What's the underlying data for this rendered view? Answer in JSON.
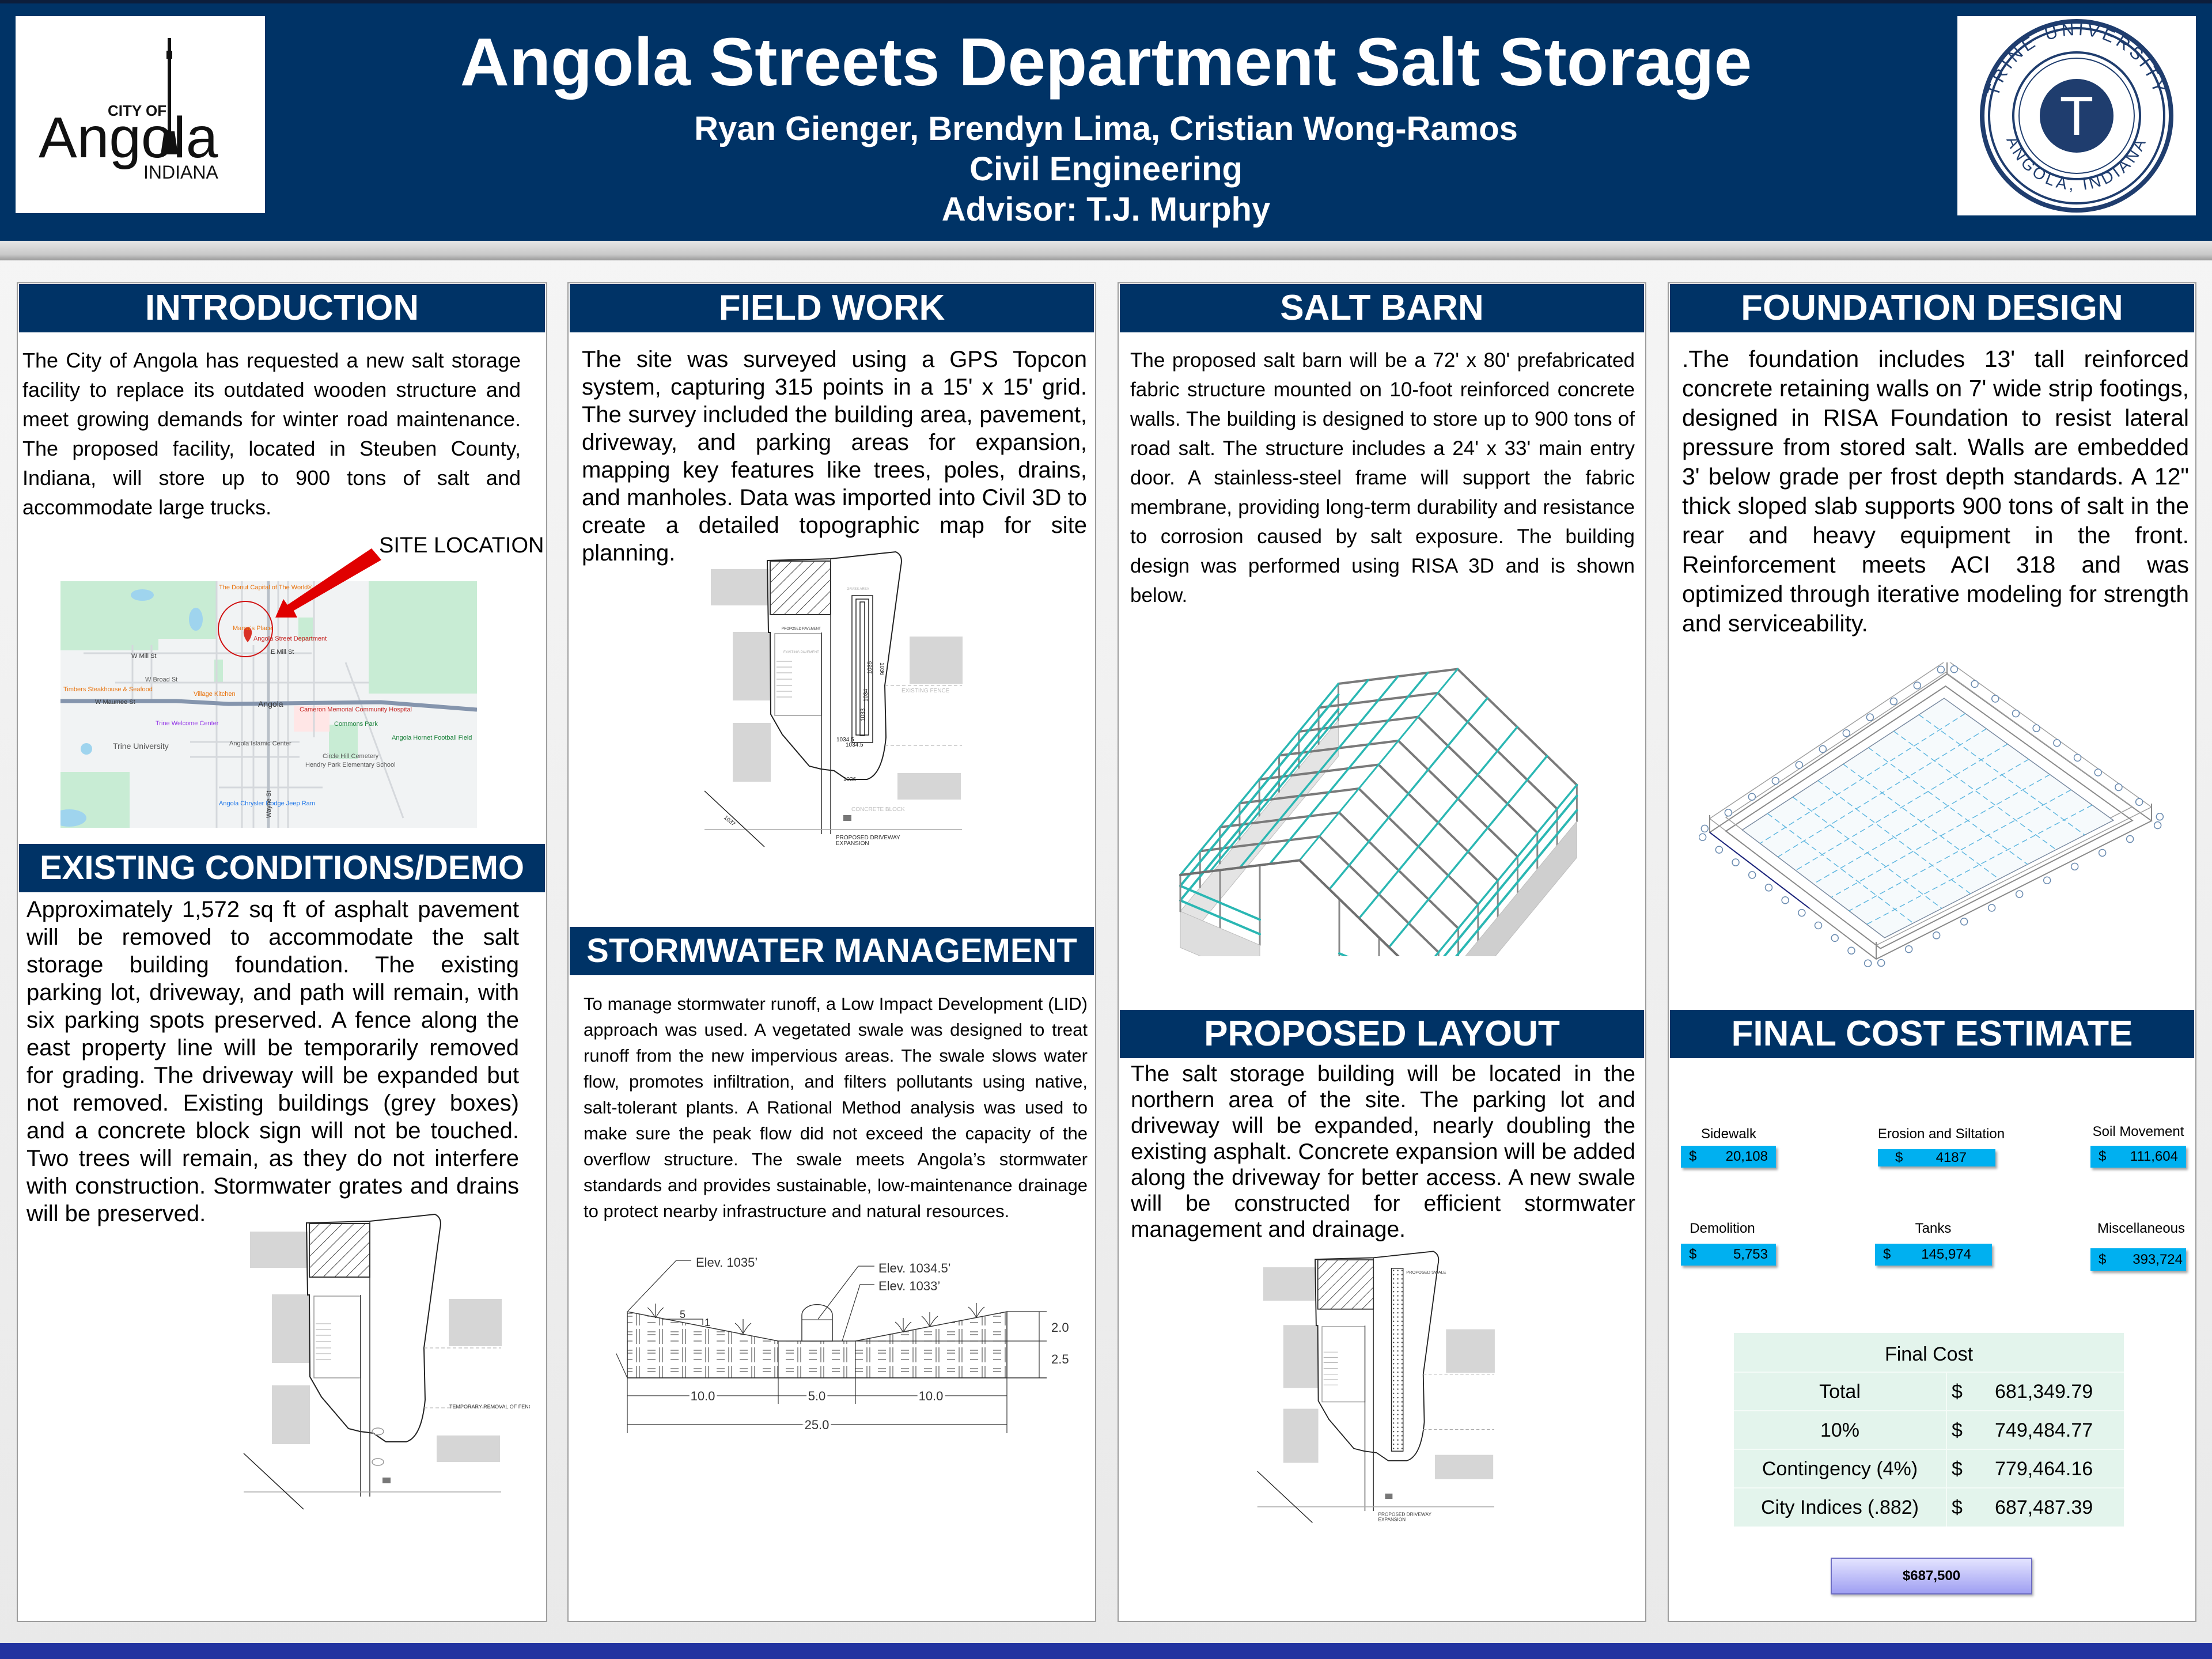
{
  "header": {
    "title": "Angola Streets Department Salt Storage",
    "authors": "Ryan Gienger, Brendyn Lima, Cristian Wong-Ramos",
    "department": "Civil Engineering",
    "advisor": "Advisor: T.J. Murphy",
    "left_logo": {
      "city_of": "CITY OF",
      "name": "Angola",
      "state": "INDIANA"
    },
    "right_logo": {
      "ring_top": "TRINE UNIVERSITY",
      "ring_bottom": "ANGOLA, INDIANA",
      "monogram": "T"
    }
  },
  "colors": {
    "navy": "#003366",
    "cost_box": "#00b0f0",
    "frame_teal": "#2ab7b3",
    "table_bg": "#e3f4ec",
    "arrow_red": "#e00000"
  },
  "introduction": {
    "heading": "INTRODUCTION",
    "text": "The City of Angola has requested a new salt storage facility to replace its outdated wooden structure and meet growing demands for winter road maintenance. The proposed facility, located in Steuben County, Indiana, will store up to 900 tons of salt and accommodate large trucks.",
    "site_label": "SITE LOCATION",
    "map_labels": {
      "donut": "The Donut Capital of The World®",
      "mamas": "Mama's Place",
      "street_dept": "Angola Street Department",
      "w_mill": "W Mill St",
      "e_mill": "E Mill St",
      "w_maumee": "W Maumee St",
      "angola": "Angola",
      "trine": "Trine University",
      "welcome": "Trine Welcome Center",
      "hospital": "Cameron Memorial Community Hospital",
      "commons": "Commons Park",
      "village": "Village Kitchen",
      "timbers": "Timbers Steakhouse & Seafood",
      "hornet": "Angola Hornet Football Field",
      "cemetery": "Circle Hill Cemetery",
      "hendry": "Hendry Park Elementary School",
      "chrysler": "Angola Chrysler Dodge Jeep Ram",
      "islamic": "Angola Islamic Center",
      "w_broad": "W Broad St",
      "wayne": "Wayne St"
    }
  },
  "existing_conditions": {
    "heading": "EXISTING CONDITIONS/DEMO",
    "text": "Approximately 1,572 sq ft of asphalt pavement will be removed to accommodate the salt storage building foundation. The existing parking lot, driveway, and path will remain, with six parking spots preserved. A fence along the east property line will be temporarily removed for grading. The driveway will be expanded but not removed. Existing buildings (grey boxes) and a concrete block sign will not be touched. Two trees will remain, as they do not interfere with construction. Stormwater grates and drains will be preserved.",
    "plan_labels": {
      "fence": "TEMPORARY REMOVAL OF FENCE"
    }
  },
  "field_work": {
    "heading": "FIELD WORK",
    "text": "The site was surveyed using a GPS Topcon system, capturing 315 points in a 15' x 15' grid. The survey included the building area, pavement, driveway, and parking areas for expansion, mapping key features like trees, poles, drains, and manholes. Data was imported into Civil 3D to create a detailed topographic map for site planning.",
    "plan_labels": {
      "proposed_pavement": "PROPOSED PAVEMENT",
      "existing_pavement": "EXISTING PAVEMENT",
      "grass_area": "GRASS AREA",
      "existing_fence": "EXISTING FENCE",
      "concrete_block": "CONCRETE BLOCK",
      "driveway": "PROPOSED DRIVEWAY",
      "driveway2": "EXPANSION",
      "c1036": "1036",
      "c1035": "1035",
      "c1034": "1034",
      "c1033": "1033",
      "c1034_5": "1034.5",
      "c1036b": "1036",
      "c1037": "1037"
    }
  },
  "stormwater": {
    "heading": "STORMWATER MANAGEMENT",
    "text": "To manage stormwater runoff, a Low Impact Development (LID) approach was used. A vegetated swale was designed to treat runoff from the new impervious areas. The swale slows water flow, promotes infiltration, and filters pollutants using native, salt-tolerant plants. A Rational Method analysis was used to make sure the peak flow did not exceed the capacity of the overflow structure. The swale meets Angola’s stormwater standards and provides sustainable, low-maintenance drainage to protect nearby infrastructure and natural resources.",
    "section": {
      "elev_top": "Elev. 1035’",
      "elev_structure": "Elev. 1034.5’",
      "elev_bottom": "Elev. 1033’",
      "slope_run": "5",
      "slope_rise": "1",
      "dim_left": "10.0",
      "dim_mid": "5.0",
      "dim_right": "10.0",
      "dim_total": "25.0",
      "dim_depth": "2.0",
      "dim_soil": "2.5"
    }
  },
  "salt_barn": {
    "heading": "SALT BARN",
    "text": "The proposed salt barn will be a 72' x 80' prefabricated fabric structure mounted on 10-foot reinforced concrete walls. The building is designed to store up to 900 tons of road salt. The structure includes a 24' x 33' main entry door. A stainless-steel frame will support the fabric membrane, providing long-term durability and resistance to corrosion caused by salt exposure. The building design was performed using RISA 3D and is shown below."
  },
  "proposed_layout": {
    "heading": "PROPOSED LAYOUT",
    "text": "The salt storage building will be located in the northern area of the site. The parking lot and driveway will be expanded, nearly doubling the existing asphalt. Concrete expansion will be added along the driveway for better access. A new swale will be constructed for efficient stormwater management and drainage.",
    "plan_labels": {
      "swale": "PROPOSED SWALE",
      "driveway": "PROPOSED DRIVEWAY",
      "driveway2": "EXPANSION"
    }
  },
  "foundation": {
    "heading": "FOUNDATION DESIGN",
    "text": ".The foundation includes 13' tall reinforced concrete retaining walls on 7' wide strip footings, designed in RISA Foundation to resist lateral pressure from stored salt. Walls are embedded 3' below grade per frost depth standards. A 12\" thick sloped slab supports 900 tons of salt in the rear and heavy equipment in the front. Reinforcement meets ACI 318 and was optimized through iterative modeling for strength and serviceability."
  },
  "cost_estimate": {
    "heading": "FINAL COST ESTIMATE",
    "items": [
      {
        "label": "Sidewalk",
        "currency": "$",
        "value": "20,108"
      },
      {
        "label": "Erosion and Siltation",
        "currency": "$",
        "value": "4187"
      },
      {
        "label": "Soil Movement",
        "currency": "$",
        "value": "111,604"
      },
      {
        "label": "Demolition",
        "currency": "$",
        "value": "5,753"
      },
      {
        "label": "Tanks",
        "currency": "$",
        "value": "145,974"
      },
      {
        "label": "Miscellaneous",
        "currency": "$",
        "value": "393,724"
      }
    ],
    "final_table": {
      "title": "Final Cost",
      "rows": [
        {
          "label": "Total",
          "currency": "$",
          "value": "681,349.79"
        },
        {
          "label": "10%",
          "currency": "$",
          "value": "749,484.77"
        },
        {
          "label": "Contingency (4%)",
          "currency": "$",
          "value": "779,464.16"
        },
        {
          "label": "City Indices (.882)",
          "currency": "$",
          "value": "687,487.39"
        }
      ]
    },
    "final_amount": "$687,500"
  }
}
